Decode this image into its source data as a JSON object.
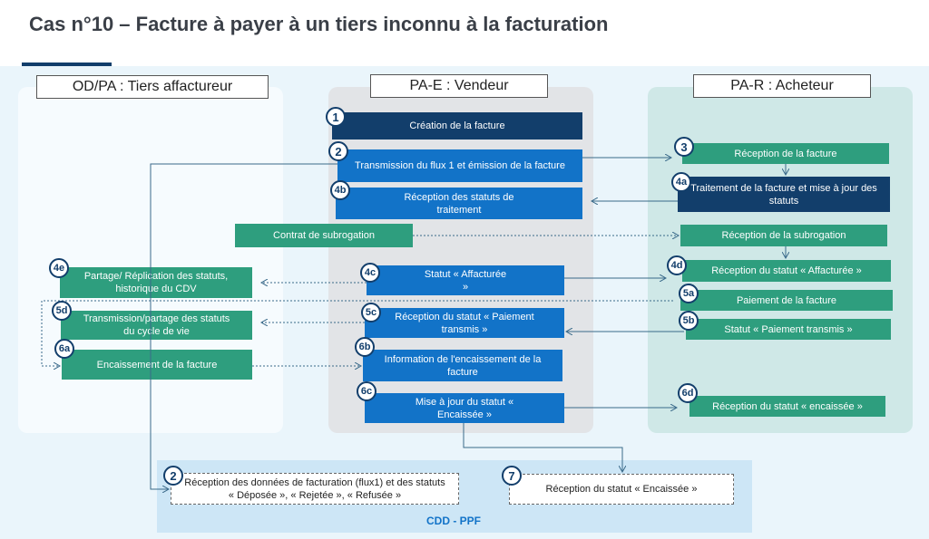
{
  "title": "Cas n°10 – Facture à payer à un tiers inconnu à la facturation",
  "columns": {
    "left": "OD/PA : Tiers affactureur",
    "middle": "PA-E : Vendeur",
    "right": "PA-R : Acheteur"
  },
  "cdd_label": "CDD - PPF",
  "steps": {
    "s1": {
      "n": "1",
      "t": "Création de la facture"
    },
    "s2": {
      "n": "2",
      "t": "Transmission du flux 1 et émission de la facture"
    },
    "s4b": {
      "n": "4b",
      "t": "Réception des statuts de traitement"
    },
    "contrat": {
      "t": "Contrat de subrogation"
    },
    "s4c": {
      "n": "4c",
      "t": "Statut « Affacturée »"
    },
    "s5c": {
      "n": "5c",
      "t": "Réception du statut « Paiement transmis »"
    },
    "s6b": {
      "n": "6b",
      "t": "Information de l'encaissement de la facture"
    },
    "s6c": {
      "n": "6c",
      "t": "Mise à jour du statut « Encaissée »"
    },
    "s3": {
      "n": "3",
      "t": "Réception de la facture"
    },
    "s4a": {
      "n": "4a",
      "t": "Traitement de la facture et mise à jour des statuts"
    },
    "subro": {
      "t": "Réception de la subrogation"
    },
    "s4d": {
      "n": "4d",
      "t": "Réception du statut « Affacturée »"
    },
    "s5a": {
      "n": "5a",
      "t": "Paiement de la facture"
    },
    "s5b": {
      "n": "5b",
      "t": "Statut « Paiement transmis »"
    },
    "s6d": {
      "n": "6d",
      "t": "Réception du statut « encaissée »"
    },
    "s4e": {
      "n": "4e",
      "t": "Partage/ Réplication des statuts, historique du CDV"
    },
    "s5d": {
      "n": "5d",
      "t": "Transmission/partage des statuts du cycle de vie"
    },
    "s6a": {
      "n": "6a",
      "t": "Encaissement de la facture"
    },
    "p2": {
      "n": "2",
      "t": "Réception des données de facturation (flux1) et des statuts « Déposée », « Rejetée », « Refusée »"
    },
    "p7": {
      "n": "7",
      "t": "Réception du statut « Encaissée »"
    }
  },
  "colors": {
    "navy": "#123e6b",
    "blue": "#1273c8",
    "green": "#2e9e7e"
  }
}
